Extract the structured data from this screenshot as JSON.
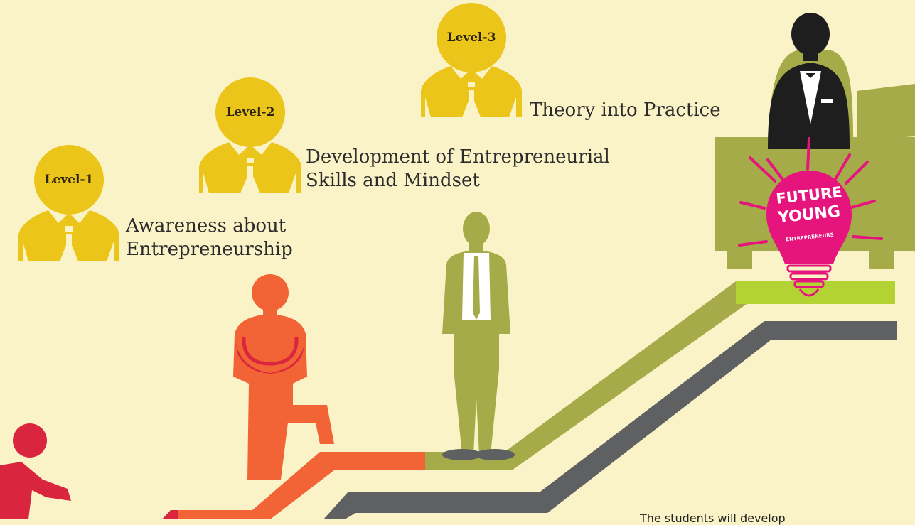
{
  "levels": [
    {
      "label": "Level-1",
      "description_line1": "Awareness about",
      "description_line2": "Entrepreneurship"
    },
    {
      "label": "Level-2",
      "description_line1": "Development of Entrepreneurial",
      "description_line2": "Skills and Mindset"
    },
    {
      "label": "Level-3",
      "description_line1": "Theory into Practice",
      "description_line2": ""
    }
  ],
  "logo": {
    "line1": "FUTURE",
    "line2": "YOUNG",
    "line3": "ENTREPRENEURS"
  },
  "footer_caption": "The students will develop",
  "colors": {
    "background": "#fbf3c8",
    "level_icon": "#ecc51b",
    "orange": "#f26336",
    "red": "#d9263e",
    "olive": "#a4ab48",
    "gray": "#5f6062",
    "lime": "#b3d234",
    "pink": "#e6157d",
    "dark": "#1e1e1e"
  }
}
